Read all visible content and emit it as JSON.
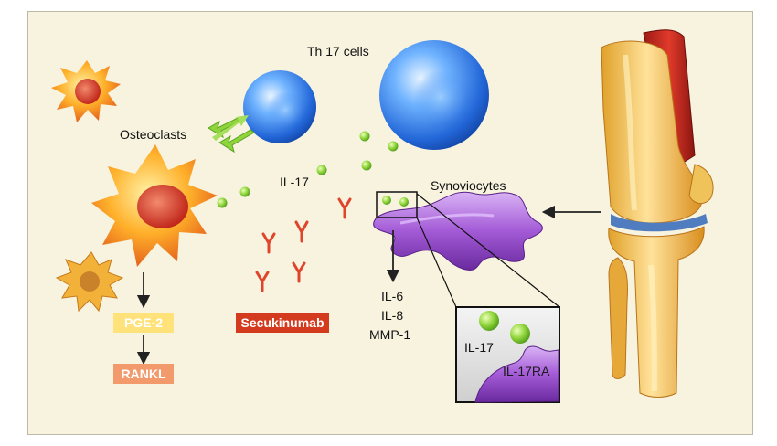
{
  "labels": {
    "th17": "Th 17 cells",
    "osteoclasts": "Osteoclasts",
    "il17": "IL-17",
    "synoviocytes": "Synoviocytes",
    "il6": "IL-6",
    "il8": "IL-8",
    "mmp1": "MMP-1",
    "inset_il17": "IL-17",
    "inset_receptor": "IL-17RA"
  },
  "boxes": {
    "pge2": "PGE-2",
    "rankl": "RANKL",
    "secukinumab": "Secukinumab"
  },
  "colors": {
    "background": "#f7f3df",
    "pge2_box": "#ffe27a",
    "rankl_box": "#f39a6d",
    "secukinumab_box": "#d43a1e",
    "il17_particle": "#8fd43a",
    "antibody": "#e0452b",
    "synoviocyte": "#a35ad6",
    "th17_cell": "#3f8ff0",
    "osteoclast": "#f07a1e"
  }
}
